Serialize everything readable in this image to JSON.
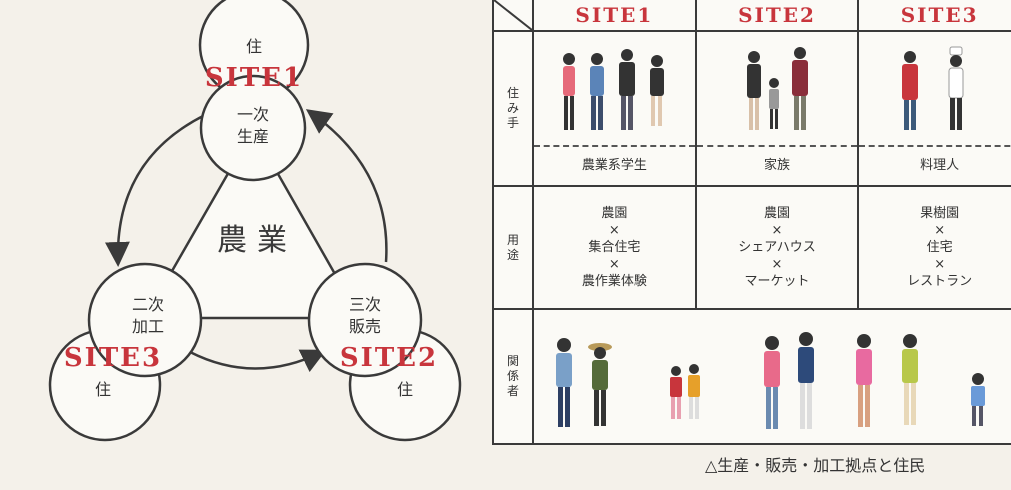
{
  "diagram": {
    "top_node": {
      "lines": [
        "一次",
        "生産"
      ]
    },
    "left_node": {
      "lines": [
        "二次",
        "加工"
      ]
    },
    "right_node": {
      "lines": [
        "三次",
        "販売"
      ]
    },
    "center_label": "農業",
    "home_label": "住",
    "site_labels": [
      "SITE1",
      "SITE3",
      "SITE2"
    ],
    "accent_color": "#c8353c"
  },
  "table": {
    "headers": [
      "SITE1",
      "SITE2",
      "SITE3"
    ],
    "row_labels": {
      "residents": [
        "住",
        "み",
        "手"
      ],
      "usage": [
        "用",
        "途"
      ],
      "related": [
        "関",
        "係",
        "者"
      ]
    },
    "residents": [
      "農業系学生",
      "家族",
      "料理人"
    ],
    "usage": [
      [
        "農園",
        "×",
        "集合住宅",
        "×",
        "農作業体験"
      ],
      [
        "農園",
        "×",
        "シェアハウス",
        "×",
        "マーケット"
      ],
      [
        "果樹園",
        "×",
        "住宅",
        "×",
        "レストラン"
      ]
    ]
  },
  "caption": "△生産・販売・加工拠点と住民"
}
